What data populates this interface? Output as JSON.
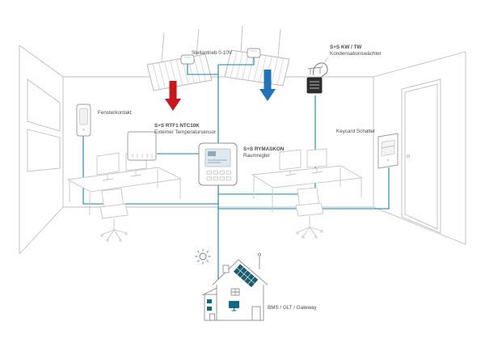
{
  "diagram": {
    "labels": {
      "actuator": "Stellantrieb 0-10V",
      "condensation_monitor_title": "S+S KW / TW",
      "condensation_monitor_sub": "Kondensationswächter",
      "window_contact": "Fensterkontakt",
      "temp_sensor_title": "S+S RTF1 NTC10K",
      "temp_sensor_sub": "Externer Temperatursensor",
      "room_controller_title": "S+S RYMASKON",
      "room_controller_sub": "Raumregler",
      "keycard": "Keycard Schalter",
      "gateway": "BMS / GLT / Gateway"
    },
    "colors": {
      "wire": "#0b85a6",
      "heating": "#c9151b",
      "cooling": "#2173b8",
      "lineart": "#c6c6c6",
      "structure": "#bdbdbd",
      "text": "#4a4a4a",
      "solar": "#1d5d70",
      "teal_fill": "#0e6a84"
    },
    "icons": {
      "sun": "sun-icon",
      "building": "bms-building-icon",
      "solar_panel": "solar-panel-icon",
      "heating_arrow": "heating-arrow-icon",
      "cooling_arrow": "cooling-arrow-icon"
    }
  }
}
